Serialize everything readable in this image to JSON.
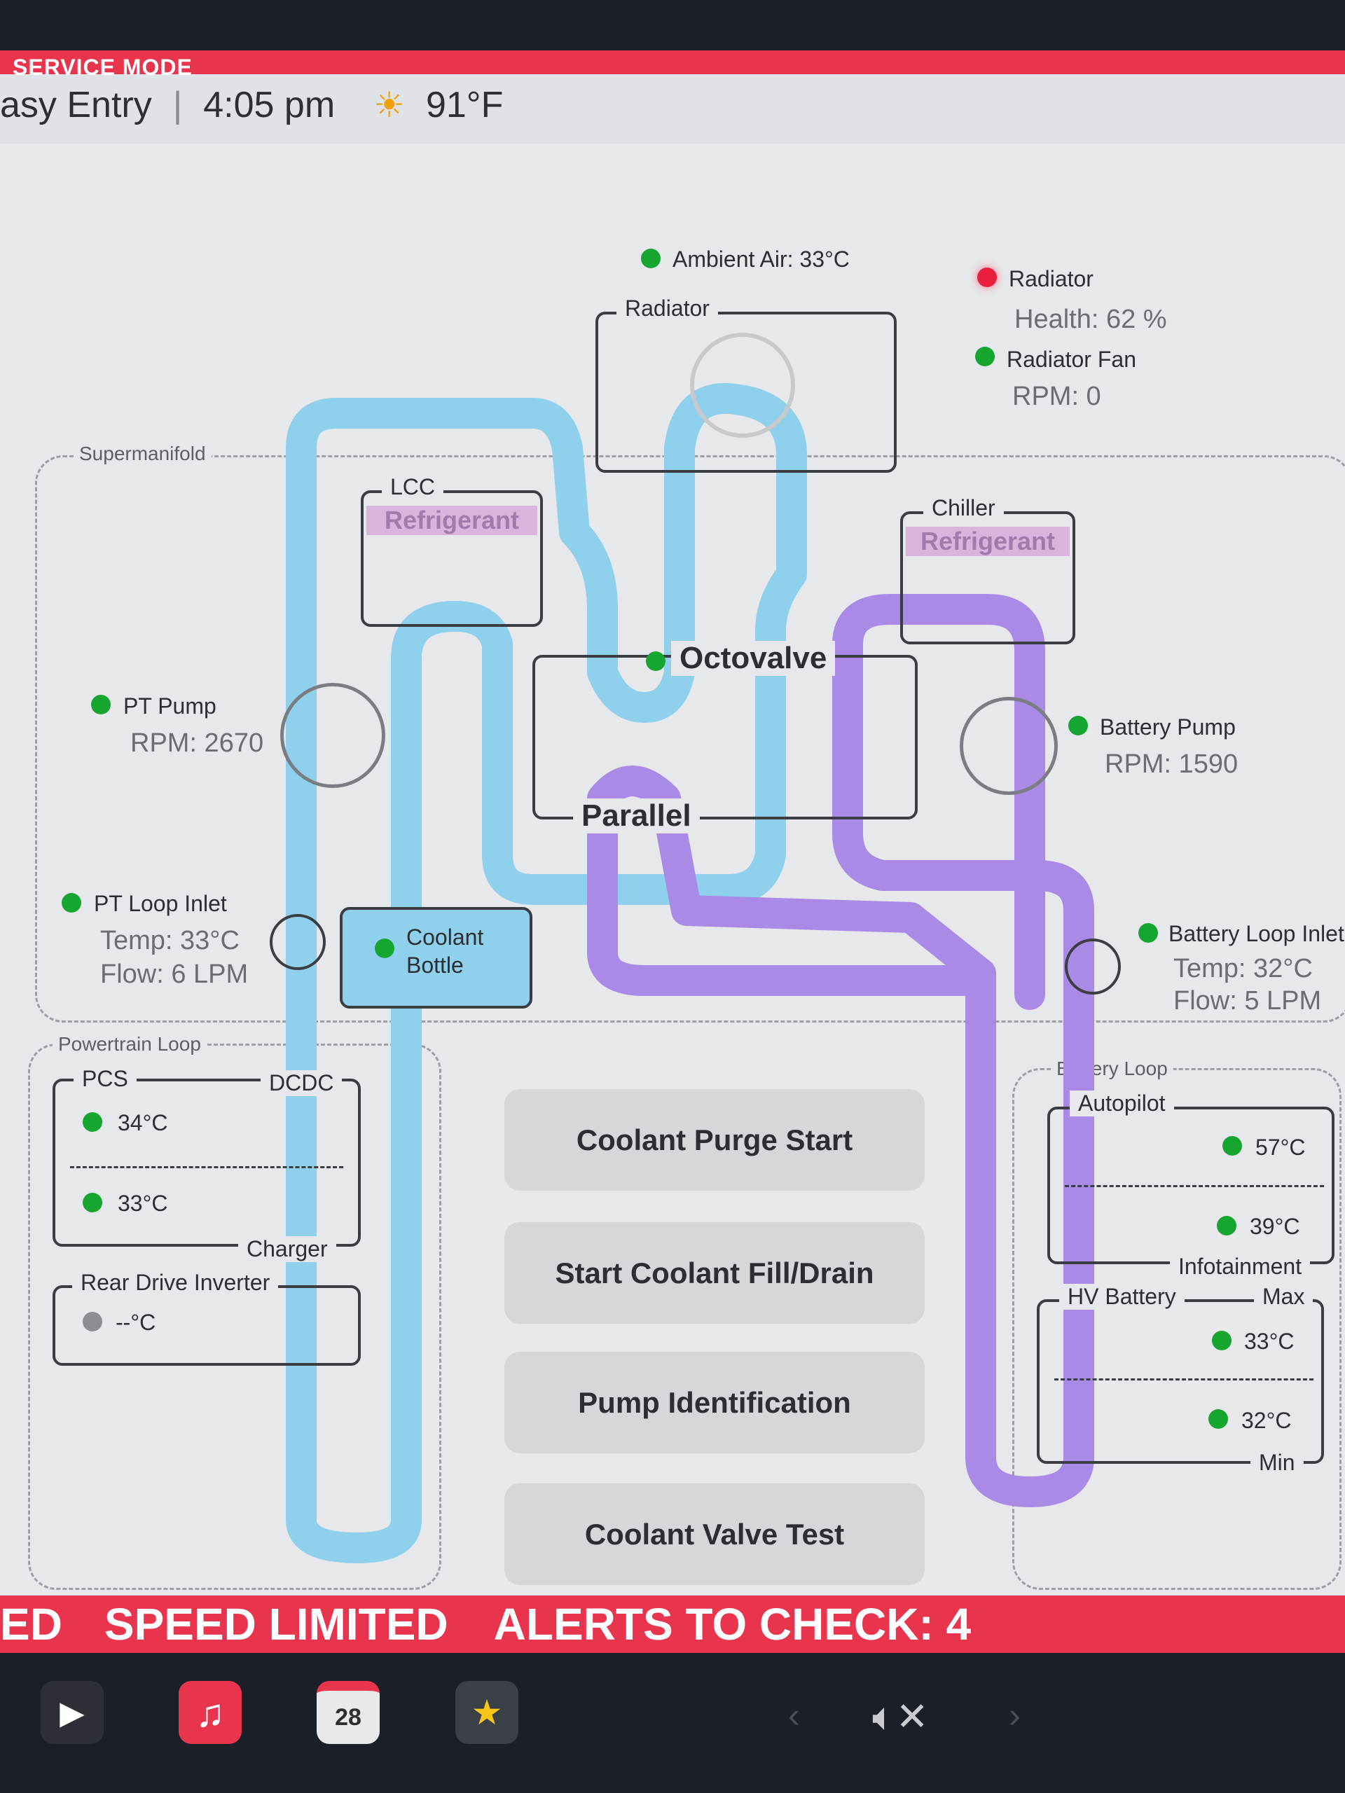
{
  "header": {
    "service_mode": "SERVICE MODE",
    "drive_mode": "asy Entry",
    "divider": "|",
    "time": "4:05 pm",
    "temperature": "91°F",
    "weather_icon": "sun-icon"
  },
  "sensors": {
    "ambient_air": "Ambient Air: 33°C",
    "radiator_status": "Radiator",
    "radiator_health": "Health: 62 %",
    "radiator_fan": "Radiator Fan",
    "radiator_fan_rpm": "RPM: 0",
    "pt_pump": "PT Pump",
    "pt_pump_rpm": "RPM: 2670",
    "pt_loop_inlet": "PT Loop Inlet",
    "pt_loop_temp": "Temp: 33°C",
    "pt_loop_flow": "Flow: 6 LPM",
    "battery_pump": "Battery Pump",
    "battery_pump_rpm": "RPM: 1590",
    "battery_loop_inlet": "Battery Loop Inlet",
    "battery_loop_temp": "Temp: 32°C",
    "battery_loop_flow": "Flow: 5 LPM"
  },
  "components": {
    "radiator_box": "Radiator",
    "lcc": "LCC",
    "lcc_refrigerant": "Refrigerant",
    "chiller": "Chiller",
    "chiller_refrigerant": "Refrigerant",
    "octovalve": "Octovalve",
    "parallel": "Parallel",
    "coolant_bottle": "Coolant Bottle",
    "supermanifold": "Supermanifold"
  },
  "powertrain_loop": {
    "title": "Powertrain Loop",
    "pcs": "PCS",
    "dcdc": "DCDC",
    "pcs_temp": "34°C",
    "charger_temp": "33°C",
    "charger": "Charger",
    "rear_drive_inverter": "Rear Drive Inverter",
    "rdi_temp": "--°C"
  },
  "battery_loop": {
    "title": "Battery Loop",
    "autopilot": "Autopilot",
    "autopilot_temp": "57°C",
    "infotainment_temp": "39°C",
    "infotainment": "Infotainment",
    "hv_battery": "HV Battery",
    "max": "Max",
    "max_temp": "33°C",
    "min_temp": "32°C",
    "min": "Min"
  },
  "actions": {
    "coolant_purge": "Coolant Purge Start",
    "fill_drain": "Start Coolant Fill/Drain",
    "pump_id": "Pump Identification",
    "valve_test": "Coolant Valve Test"
  },
  "alerts": {
    "prefix": "ED",
    "speed_limited": "SPEED LIMITED",
    "alerts_to_check": "ALERTS TO CHECK: 4"
  },
  "dock": {
    "video_icon": "video-player-icon",
    "music_icon": "music-icon",
    "calendar_day": "28",
    "toybox_icon": "toybox-icon",
    "volume_icon": "volume-muted-icon"
  },
  "colors": {
    "alert_red": "#e8344d",
    "status_green": "#16a52f",
    "status_red": "#e81f3f",
    "status_gray": "#8b8f94",
    "coolant_blue": "#8fd0ec",
    "coolant_purple": "#a98ae6"
  }
}
